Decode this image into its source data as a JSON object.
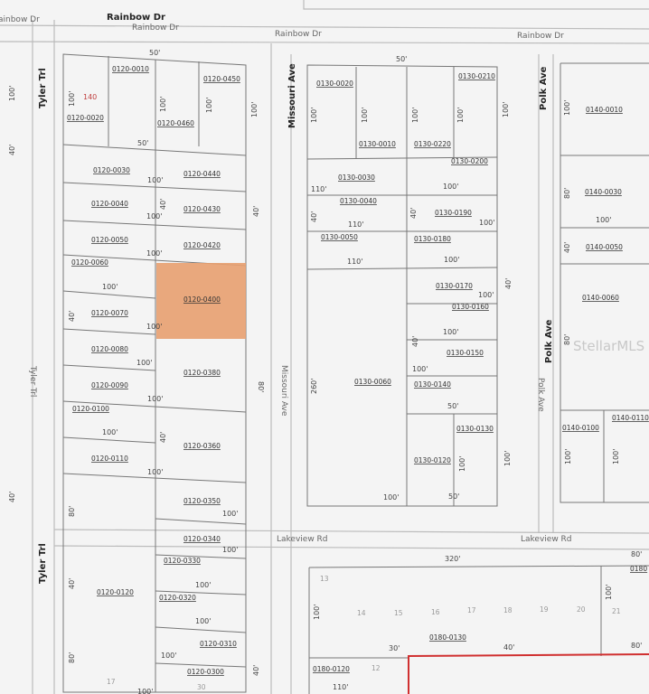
{
  "colors": {
    "highlight_fill": "#e8a070",
    "boundary": "#d03030",
    "lines": "#777777",
    "background": "#f4f4f4"
  },
  "streets": {
    "rainbow_top": "Rainbow Dr",
    "rainbow_left": "Rainbow Dr",
    "rainbow_mid": "Rainbow Dr",
    "rainbow_right": "Rainbow Dr",
    "rainbow_edge": "ainbow Dr",
    "tyler_top": "Tyler Trl",
    "tyler_mid": "Tyler Trl",
    "tyler_bottom": "Tyler Trl",
    "missouri_top": "Missouri Ave",
    "missouri_mid": "Missouri Ave",
    "polk_top": "Polk Ave",
    "polk_low": "Polk Ave",
    "polk_mid": "Polk Ave",
    "lakeview_left": "Lakeview Rd",
    "lakeview_right": "Lakeview Rd"
  },
  "parcels": {
    "p0120_0010": "0120-0010",
    "p0120_0450": "0120-0450",
    "p0120_0020": "0120-0020",
    "p0120_0460": "0120-0460",
    "p0120_0030": "0120-0030",
    "p0120_0440": "0120-0440",
    "p0120_0040": "0120-0040",
    "p0120_0430": "0120-0430",
    "p0120_0050": "0120-0050",
    "p0120_0420": "0120-0420",
    "p0120_0060": "0120-0060",
    "p0120_0400": "0120-0400",
    "p0120_0070": "0120-0070",
    "p0120_0080": "0120-0080",
    "p0120_0380": "0120-0380",
    "p0120_0090": "0120-0090",
    "p0120_0100": "0120-0100",
    "p0120_0360": "0120-0360",
    "p0120_0110": "0120-0110",
    "p0120_0350": "0120-0350",
    "p0120_0340": "0120-0340",
    "p0120_0330": "0120-0330",
    "p0120_0120": "0120-0120",
    "p0120_0320": "0120-0320",
    "p0120_0310": "0120-0310",
    "p0120_0300": "0120-0300",
    "p0130_0020": "0130-0020",
    "p0130_0210": "0130-0210",
    "p0130_0010": "0130-0010",
    "p0130_0220": "0130-0220",
    "p0130_0200": "0130-0200",
    "p0130_0030": "0130-0030",
    "p0130_0040": "0130-0040",
    "p0130_0190": "0130-0190",
    "p0130_0050": "0130-0050",
    "p0130_0180": "0130-0180",
    "p0130_0170": "0130-0170",
    "p0130_0160": "0130-0160",
    "p0130_0150": "0130-0150",
    "p0130_0060": "0130-0060",
    "p0130_0140": "0130-0140",
    "p0130_0130": "0130-0130",
    "p0130_0120": "0130-0120",
    "p0140_0010": "0140-0010",
    "p0140_0030": "0140-0030",
    "p0140_0050": "0140-0050",
    "p0140_0060": "0140-0060",
    "p0140_0100": "0140-0100",
    "p0140_0110": "0140-0110",
    "p0180_0130": "0180-0130",
    "p0180_0120": "0180-0120",
    "p0180_edge": "0180"
  },
  "lots": {
    "l140": "140",
    "l13": "13",
    "l14": "14",
    "l15": "15",
    "l16": "16",
    "l17": "17",
    "l18": "18",
    "l19": "19",
    "l20": "20",
    "l21": "21",
    "l12": "12",
    "l17b": "17",
    "l30": "30"
  },
  "dims": {
    "ft50": "50'",
    "ft100": "100'",
    "ft40": "40'",
    "ft80": "80'",
    "ft110": "110'",
    "ft260": "260'",
    "ft320": "320'",
    "ft30": "30'"
  },
  "watermark": "StellarMLS"
}
